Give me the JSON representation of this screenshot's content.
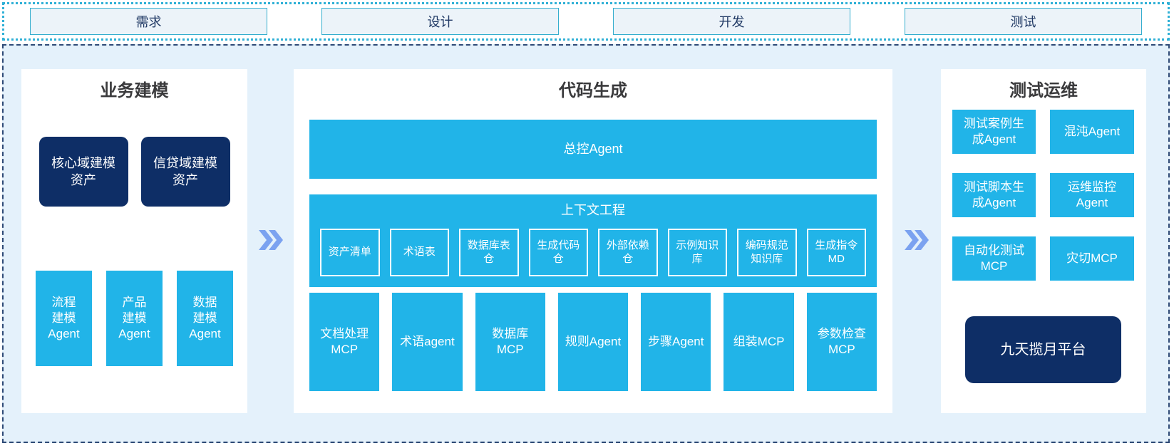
{
  "phases": {
    "requirements": "需求",
    "design": "设计",
    "development": "开发",
    "testing": "测试"
  },
  "business_modeling": {
    "title": "业务建模",
    "assets": [
      "核心域建模资产",
      "信贷域建模资产"
    ],
    "agents": [
      "流程建模Agent",
      "产品建模Agent",
      "数据建模Agent"
    ]
  },
  "code_generation": {
    "title": "代码生成",
    "master_agent": "总控Agent",
    "context_engineering": {
      "title": "上下文工程",
      "items": [
        "资产清单",
        "术语表",
        "数据库表仓",
        "生成代码仓",
        "外部依赖仓",
        "示例知识库",
        "编码规范知识库",
        "生成指令MD"
      ]
    },
    "tools": [
      "文档处理MCP",
      "术语agent",
      "数据库MCP",
      "规则Agent",
      "步骤Agent",
      "组装MCP",
      "参数检查MCP"
    ]
  },
  "test_ops": {
    "title": "测试运维",
    "boxes": [
      "测试案例生成Agent",
      "混沌Agent",
      "测试脚本生成Agent",
      "运维监控Agent",
      "自动化测试MCP",
      "灾切MCP"
    ],
    "platform": "九天揽月平台"
  },
  "icons": {
    "flow_arrow": "double-chevron-right"
  },
  "colors": {
    "cyan": "#21B4E8",
    "navy": "#0E2E66",
    "container_bg": "#E4F1FB",
    "panel_bg": "#FFFFFF",
    "phase_box_bg": "#ECF3F9",
    "phase_box_border": "#35AECE",
    "phase_text": "#1F3864",
    "chevron": "#7BA2F0",
    "outer_dashed_border": "#2E4A76",
    "top_dotted_border": "#2FB0D6",
    "title_text": "#3A3A3C"
  }
}
